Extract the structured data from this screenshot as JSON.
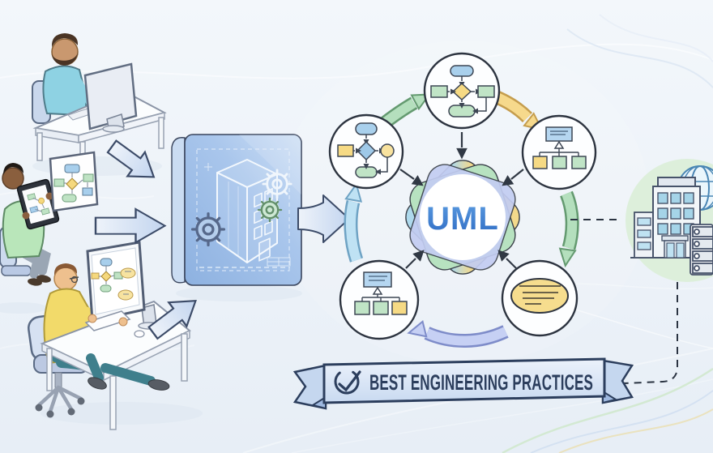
{
  "hub": {
    "label": "UML",
    "label_color": "#3c7ad2",
    "shape_colors": {
      "green": "#b7e2c0",
      "periwinkle": "#c3cdf2",
      "teal": "#aed9ec",
      "yellow": "#f3d98b"
    }
  },
  "banner": {
    "label": "BEST ENGINEERING PRACTICES",
    "icon": "check-circle-icon",
    "fill": "#dfe9f8",
    "border_color": "#2c3e5d",
    "text_color": "#2c3e5d"
  },
  "nodes": [
    {
      "id": "top",
      "icon": "activity-diagram-icon"
    },
    {
      "id": "left",
      "icon": "activity-diagram-icon"
    },
    {
      "id": "right",
      "icon": "class-hierarchy-icon"
    },
    {
      "id": "bottom-left",
      "icon": "class-hierarchy-icon"
    },
    {
      "id": "bottom-right",
      "icon": "use-case-ellipse-icon"
    }
  ],
  "cycle_arrows": [
    {
      "from": "left",
      "to": "top",
      "color": "#b4dfbd"
    },
    {
      "from": "top",
      "to": "right",
      "color": "#f6d98c"
    },
    {
      "from": "right",
      "to": "bottom-right",
      "color": "#b4dfbd"
    },
    {
      "from": "bottom-right",
      "to": "bottom-left",
      "color": "#c6d0f4"
    },
    {
      "from": "bottom-left",
      "to": "left",
      "color": "#bfe2f4"
    }
  ],
  "scene": {
    "people": [
      "developer-at-monitor",
      "developer-with-tablet",
      "developer-at-workstation"
    ],
    "artifacts": [
      "flowchart-card",
      "blueprint-scroll",
      "gears"
    ],
    "deployment": [
      "office-buildings",
      "globe",
      "server-rack"
    ]
  }
}
